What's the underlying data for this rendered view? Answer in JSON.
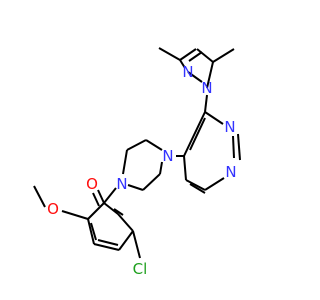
{
  "structure": {
    "colors": {
      "bond": "#000000",
      "N": "#3333ff",
      "O": "#ff0d0d",
      "Cl": "#1fa01f"
    },
    "atoms": [
      {
        "id": "n_pz1",
        "label": "N",
        "element": "N"
      },
      {
        "id": "n_pz2",
        "label": "N",
        "element": "N"
      },
      {
        "id": "n_pm1",
        "label": "N",
        "element": "N"
      },
      {
        "id": "n_pm2",
        "label": "N",
        "element": "N"
      },
      {
        "id": "n_pip1",
        "label": "N",
        "element": "N"
      },
      {
        "id": "n_pip2",
        "label": "N",
        "element": "N"
      },
      {
        "id": "o_carbonyl",
        "label": "O",
        "element": "O"
      },
      {
        "id": "o_methoxy",
        "label": "O",
        "element": "O"
      },
      {
        "id": "cl",
        "label": "Cl",
        "element": "Cl"
      }
    ]
  }
}
